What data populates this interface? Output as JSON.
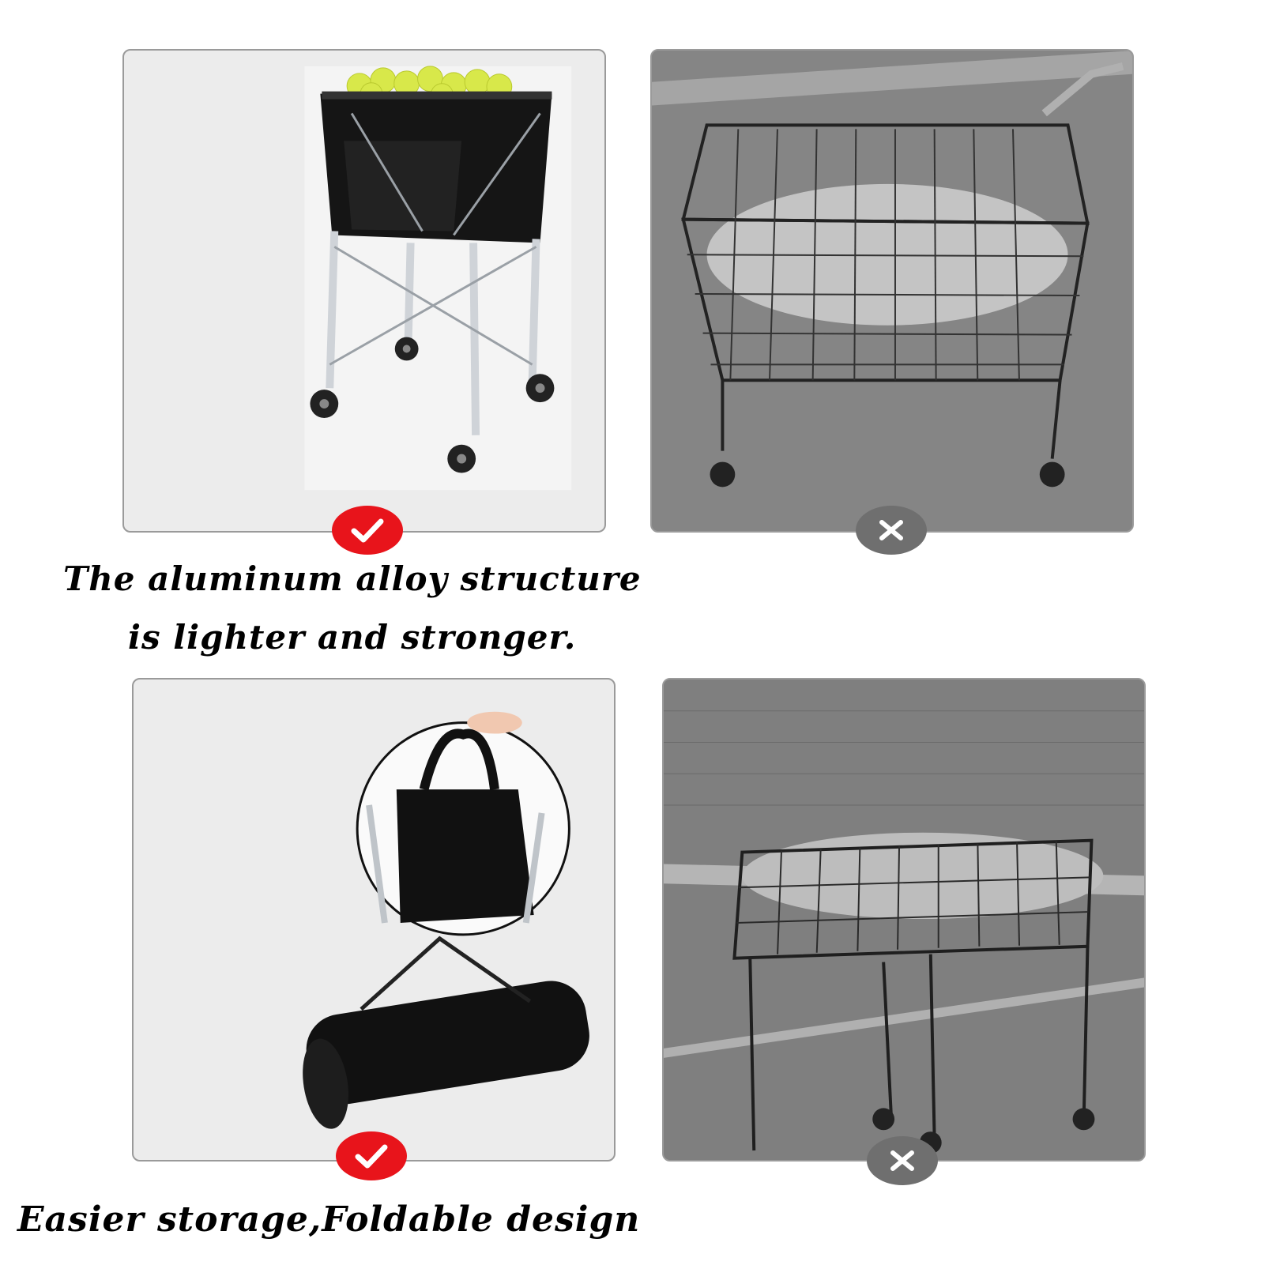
{
  "sections": [
    {
      "good_image": "aluminum-alloy-ball-cart",
      "bad_image": "steel-wire-ball-cart",
      "good_badge": "check-icon",
      "bad_badge": "x-icon",
      "caption_lines": [
        "The aluminum alloy structure",
        "is lighter and stronger."
      ]
    },
    {
      "good_image": "folded-cart-with-carry-bag",
      "bad_image": "non-foldable-wire-cart",
      "good_badge": "check-icon",
      "bad_badge": "x-icon",
      "caption_lines": [
        "Easier storage,Foldable design"
      ]
    }
  ],
  "colors": {
    "check_badge": "#e8141b",
    "cross_badge": "#6f6f6f",
    "tennis_ball": "#d8e84a",
    "bag": "#111111"
  }
}
